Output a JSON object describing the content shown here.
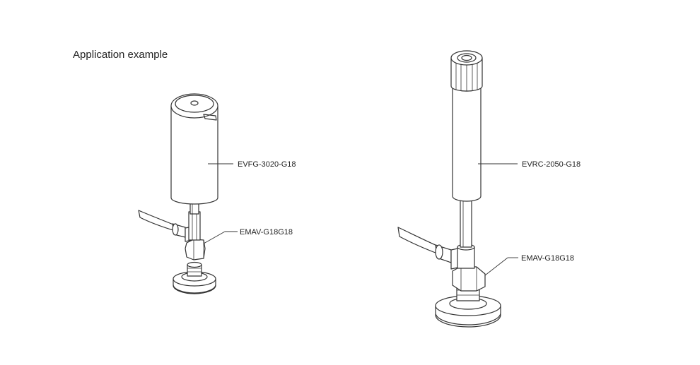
{
  "page": {
    "title": "Application example"
  },
  "diagram": {
    "left_assembly": {
      "labels": {
        "top_part": "EVFG-3020-G18",
        "adapter": "EMAV-G18G18"
      }
    },
    "right_assembly": {
      "labels": {
        "top_part": "EVRC-2050-G18",
        "adapter": "EMAV-G18G18"
      }
    },
    "colors": {
      "stroke": "#333333",
      "background": "#ffffff"
    }
  }
}
